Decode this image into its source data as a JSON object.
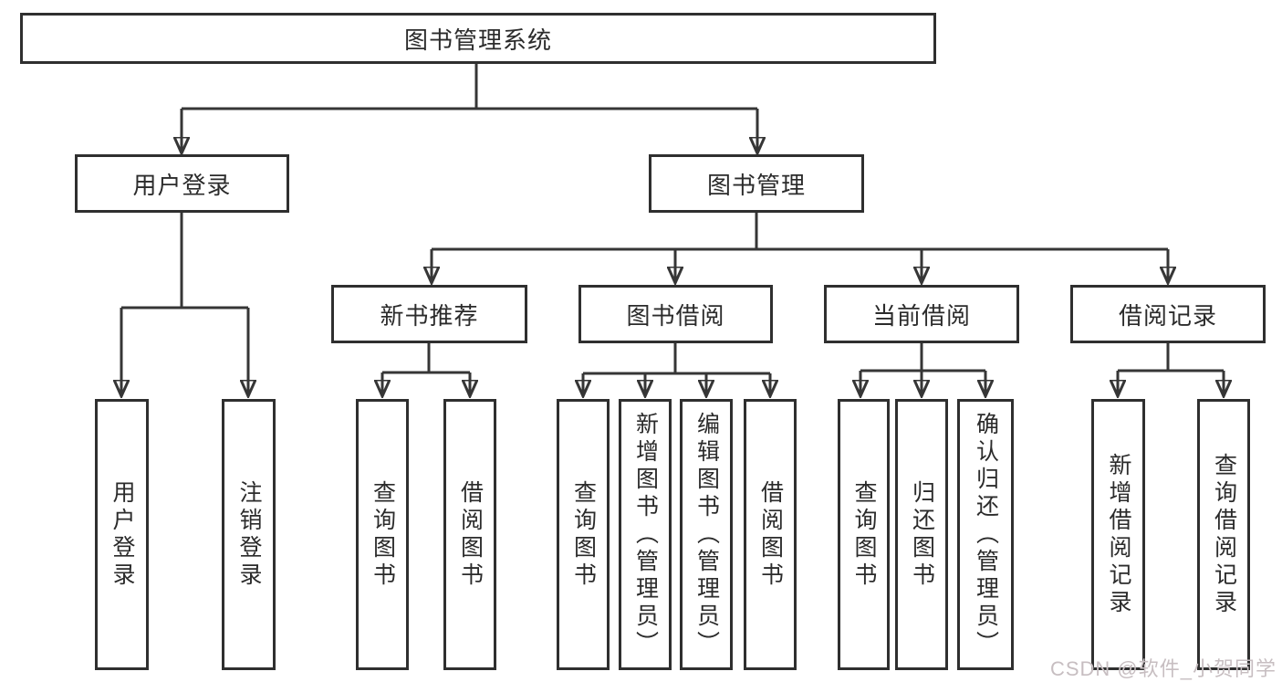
{
  "diagram_title": "图书管理系统",
  "tree": {
    "label": "图书管理系统",
    "children": [
      {
        "label": "用户登录",
        "children": [
          {
            "label": "用户登录"
          },
          {
            "label": "注销登录"
          }
        ]
      },
      {
        "label": "图书管理",
        "children": [
          {
            "label": "新书推荐",
            "children": [
              {
                "label": "查询图书"
              },
              {
                "label": "借阅图书"
              }
            ]
          },
          {
            "label": "图书借阅",
            "children": [
              {
                "label": "查询图书"
              },
              {
                "label": "新增图书（管理员）"
              },
              {
                "label": "编辑图书（管理员）"
              },
              {
                "label": "借阅图书"
              }
            ]
          },
          {
            "label": "当前借阅",
            "children": [
              {
                "label": "查询图书"
              },
              {
                "label": "归还图书"
              },
              {
                "label": "确认归还（管理员）"
              }
            ]
          },
          {
            "label": "借阅记录",
            "children": [
              {
                "label": "新增借阅记录"
              },
              {
                "label": "查询借阅记录"
              }
            ]
          }
        ]
      }
    ]
  },
  "watermark": {
    "text": "CSDN @软件_小贺同学"
  },
  "colors": {
    "background": "#ffffff",
    "line": "#363636",
    "box_border": "#2f2f2f",
    "text": "#2b2b2b",
    "watermark": "#c7bec1"
  }
}
